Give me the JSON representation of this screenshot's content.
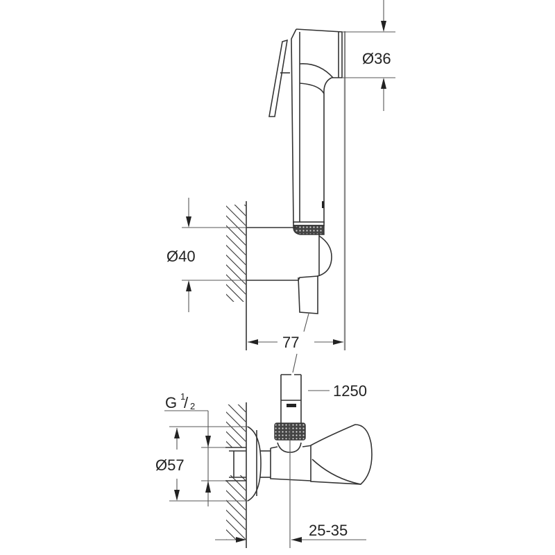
{
  "diagram": {
    "type": "technical-dimension-drawing",
    "subject": "hand shower set with wall holder and angle valve",
    "colors": {
      "line": "#333333",
      "background": "#ffffff",
      "ref_line": "#8a8a8a"
    }
  },
  "dimensions": {
    "handshower_diameter": "Ø36",
    "holder_diameter": "Ø40",
    "holder_projection": "77",
    "hose_length": "1250",
    "thread": "G",
    "thread_num": "1",
    "thread_den": "2",
    "rosette_diameter": "Ø57",
    "valve_offset": "25-35"
  }
}
